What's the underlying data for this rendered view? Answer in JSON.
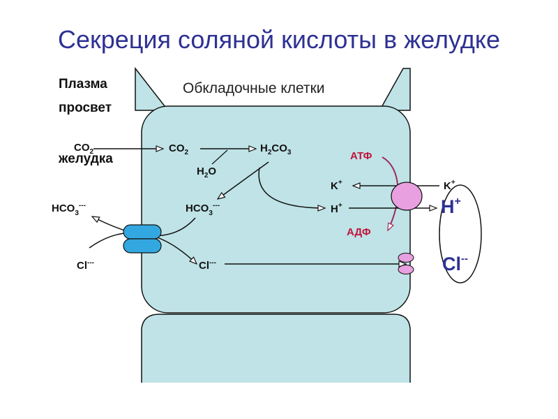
{
  "title": "Секреция соляной кислоты в желудке",
  "labels": {
    "plasma": "Плазма",
    "lumen_1": "просвет",
    "lumen_2": "желудка",
    "cells": "Обкладочные клетки",
    "co2_left": "CO",
    "co2_left_sub": "2",
    "co2_mid": "CO",
    "co2_mid_sub": "2",
    "h2co3_h": "H",
    "h2co3_sub": "2",
    "h2co3_rest": "CO",
    "h2co3_sub2": "3",
    "h2o_h": "H",
    "h2o_sub": "2",
    "h2o_rest": "O",
    "hco3_left": "HCO",
    "hco3_left_sub": "3",
    "hco3_left_sup": "---",
    "hco3_mid": "HCO",
    "hco3_mid_sub": "3",
    "hco3_mid_sup": "---",
    "cl_left": "Cl",
    "cl_left_sup": "---",
    "cl_mid": "Cl",
    "cl_mid_sup": "---",
    "atp": "АТФ",
    "adp": "АДФ",
    "k_in": "K",
    "k_in_sup": "+",
    "k_out": "K",
    "k_out_sup": "+",
    "h_in": "H",
    "h_in_sup": "+",
    "h_lumen": "H",
    "h_lumen_sup": "+",
    "cl_lumen": "Cl",
    "cl_lumen_sup": "--"
  },
  "colors": {
    "title": "#2e3192",
    "cell_fill": "#bfe3e6",
    "atp_adp": "#c0143c",
    "pump": "#e8a0e0",
    "exchanger": "#33a8e0"
  }
}
